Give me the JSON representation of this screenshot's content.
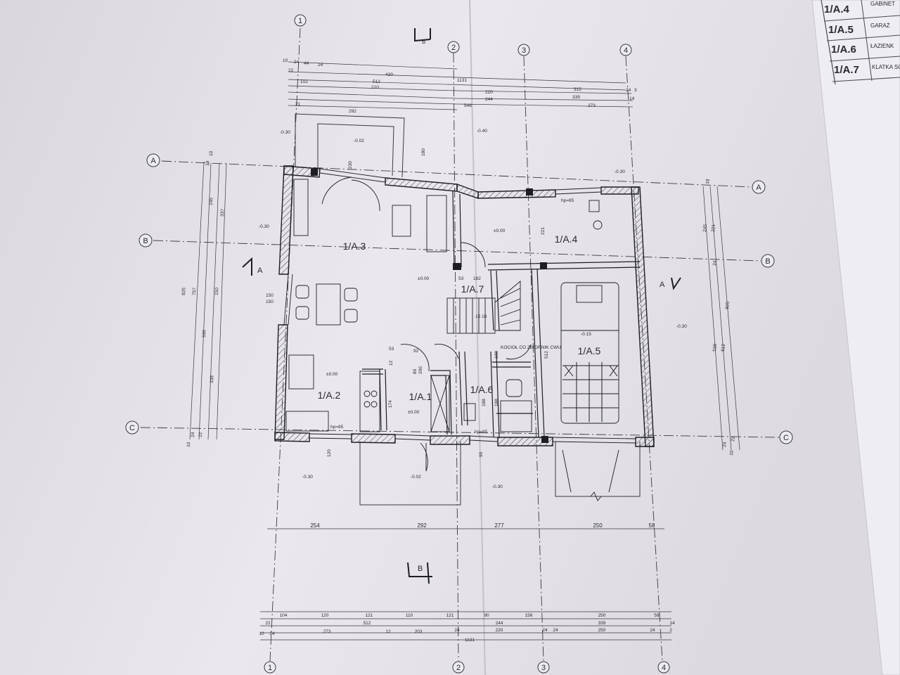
{
  "legend_table": [
    {
      "code": "1/A.4",
      "name": "GABINET"
    },
    {
      "code": "1/A.5",
      "name": "GARAŻ"
    },
    {
      "code": "1/A.6",
      "name": "ŁAZIENK"
    },
    {
      "code": "1/A.7",
      "name": "KLATKA SCHODO"
    }
  ],
  "grid_axes": {
    "vertical": [
      "1",
      "2",
      "3",
      "4"
    ],
    "horizontal": [
      "A",
      "B",
      "C"
    ]
  },
  "rooms": [
    {
      "id": "1/A.3"
    },
    {
      "id": "1/A.4"
    },
    {
      "id": "1/A.7"
    },
    {
      "id": "1/A.5"
    },
    {
      "id": "1/A.2"
    },
    {
      "id": "1/A.1"
    },
    {
      "id": "1/A.6"
    }
  ],
  "section_marks": [
    "A",
    "A",
    "B",
    "B"
  ],
  "dims_top": {
    "row1": [
      "10",
      "24",
      "44",
      "24"
    ],
    "row2": [
      "420"
    ],
    "row3": [
      "22",
      "512",
      "1131"
    ],
    "row4": [
      "102",
      "210",
      "220",
      "315",
      "24",
      "3"
    ],
    "row5": [
      "244",
      "339",
      "14"
    ],
    "row6": [
      "548",
      "273"
    ],
    "row7": [
      "21",
      "292"
    ]
  },
  "dims_bottom": {
    "row1": [
      "254",
      "292",
      "277",
      "250",
      "58"
    ],
    "row2": [
      "104",
      "120",
      "121",
      "110",
      "121",
      "90",
      "156",
      "250",
      "59"
    ],
    "row3": [
      "22",
      "512",
      "244",
      "339",
      "14"
    ],
    "row4": [
      "10",
      "24",
      "273",
      "12",
      "203",
      "24",
      "220",
      "24",
      "24",
      "250",
      "24",
      "2"
    ],
    "row5": [
      "1131"
    ]
  },
  "dims_left": [
    "825",
    "757",
    "337",
    "245",
    "150",
    "536",
    "338",
    "10",
    "24",
    "22",
    "24",
    "10"
  ],
  "dims_right": [
    "825",
    "536",
    "512",
    "245",
    "221",
    "24",
    "18",
    "10",
    "24",
    "22"
  ],
  "notes": {
    "level_000": "±0.00",
    "level_002": "-0.02",
    "level_015": "-0.15",
    "level_030": "-0.30",
    "level_040": "-0.40",
    "window_hp": "hp=85",
    "boiler": "KOCIOŁ CO ZBIORNIK CWU",
    "dim_150": "150",
    "dim_512": "512",
    "dim_221": "221",
    "dim_53": "53",
    "dim_92": "92",
    "dim_12": "12",
    "dim_80": "80",
    "dim_100": "100",
    "dim_200": "200",
    "dim_174": "174",
    "dim_188": "188",
    "dim_120": "120",
    "dim_90": "90",
    "dim_180": "180",
    "dim_182": "182",
    "dim_15x18": "15 18",
    "dim_230": "230"
  }
}
